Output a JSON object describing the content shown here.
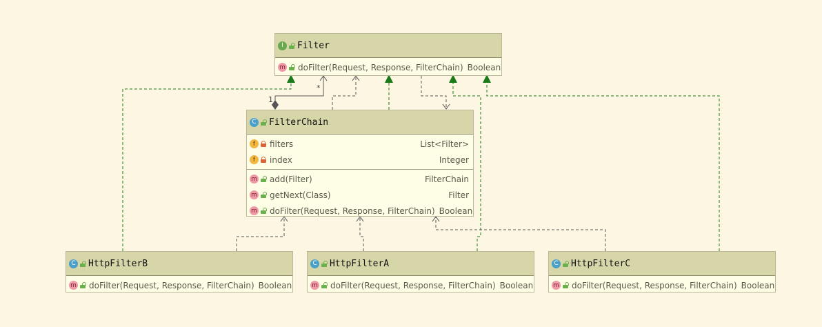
{
  "colors": {
    "background": "#fdf6e3",
    "header": "#d7d6a8",
    "body": "#fefde6",
    "realization": "#1a7a1a",
    "dependency": "#555555"
  },
  "filter": {
    "kind": "I",
    "kind_icon": "interface-icon",
    "name": "Filter",
    "method": {
      "kind": "m",
      "name": "doFilter(Request, Response, FilterChain)",
      "type": "Boolean"
    }
  },
  "filter_chain": {
    "kind": "C",
    "kind_icon": "class-icon",
    "name": "FilterChain",
    "fields": [
      {
        "kind": "f",
        "name": "filters",
        "type": "List<Filter>"
      },
      {
        "kind": "f",
        "name": "index",
        "type": "Integer"
      }
    ],
    "methods": [
      {
        "kind": "m",
        "name": "add(Filter)",
        "type": "FilterChain"
      },
      {
        "kind": "m",
        "name": "getNext(Class)",
        "type": "Filter"
      },
      {
        "kind": "m",
        "name": "doFilter(Request, Response, FilterChain)",
        "type": "Boolean"
      }
    ]
  },
  "http_filter_b": {
    "kind": "C",
    "name": "HttpFilterB",
    "method": {
      "kind": "m",
      "name": "doFilter(Request, Response, FilterChain)",
      "type": "Boolean"
    }
  },
  "http_filter_a": {
    "kind": "C",
    "name": "HttpFilterA",
    "method": {
      "kind": "m",
      "name": "doFilter(Request, Response, FilterChain)",
      "type": "Boolean"
    }
  },
  "http_filter_c": {
    "kind": "C",
    "name": "HttpFilterC",
    "method": {
      "kind": "m",
      "name": "doFilter(Request, Response, FilterChain)",
      "type": "Boolean"
    }
  },
  "composition": {
    "source_multiplicity": "1",
    "target_multiplicity": "*"
  }
}
